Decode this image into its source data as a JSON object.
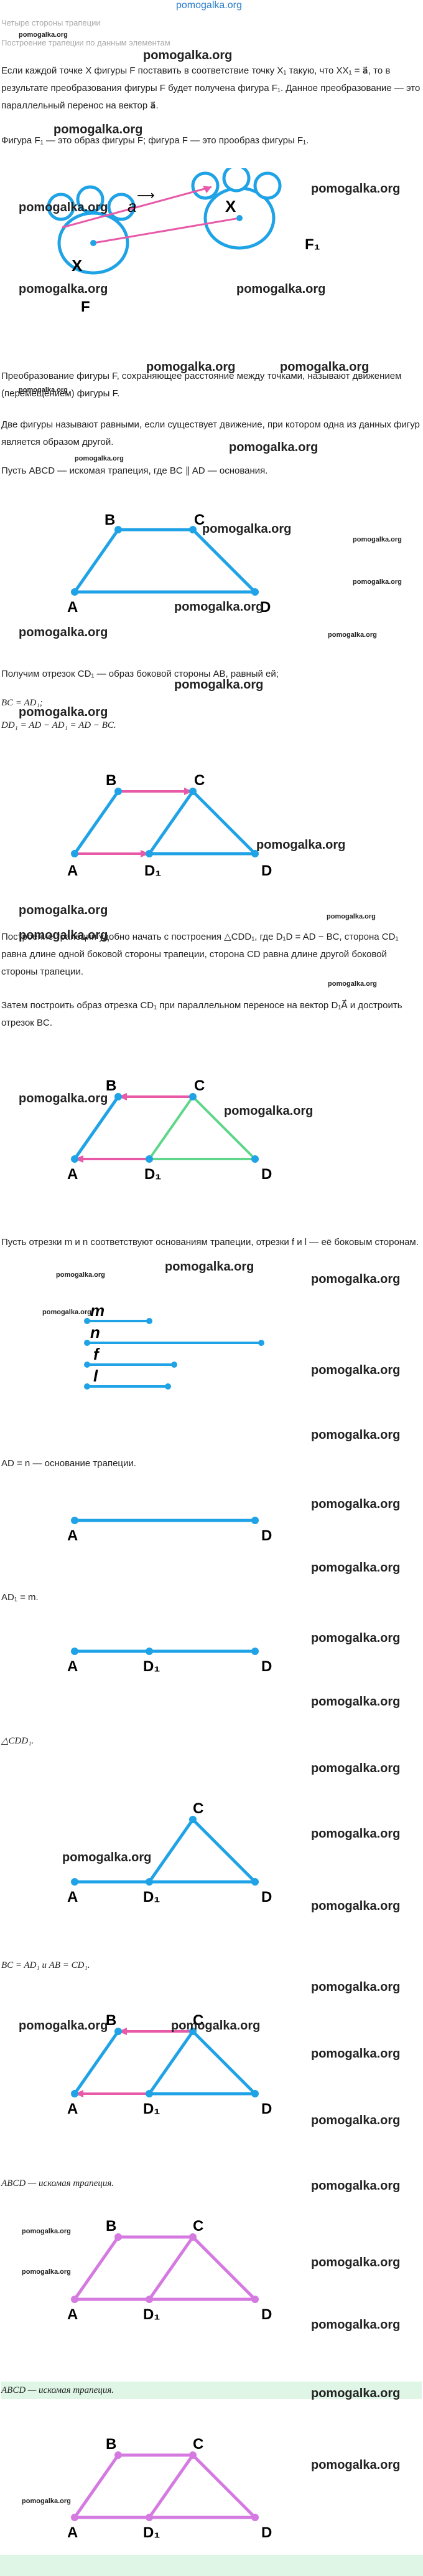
{
  "site_link": "pomogalka.org",
  "watermark": "pomogalka.org",
  "header": {
    "line1": "Четыре стороны трапеции",
    "line2": "Построение трапеции по данным элементам"
  },
  "para": {
    "p1": "Если каждой точке X фигуры F поставить в соответствие точку X₁ такую, что XX₁ = a⃗, то в результате преобразования фигуры F будет получена фигура F₁. Данное преобразование — это параллельный перенос на вектор a⃗.",
    "p2": "Фигура F₁ — это образ фигуры F; фигура F — это прообраз фигуры F₁.",
    "p3": "Преобразование фигуры F, сохраняющее расстояние между точками, называют движением (перемещением) фигуры F.",
    "p4": "Две фигуры называют равными, если существует движение, при котором одна из данных фигур является образом другой.",
    "p5": "Пусть ABCD — искомая трапеция, где BC ∥ AD — основания.",
    "p6a": "Получим отрезок CD₁ — образ боковой стороны AB, равный ей;",
    "p6b": "BC = AD₁;",
    "p6c": "DD₁ = AD − AD₁ = AD − BC.",
    "p7": "Построение трапеции удобно начать с построения △CDD₁, где D₁D = AD − BC, сторона CD₁ равна длине одной боковой стороны трапеции, сторона CD равна длине другой боковой стороны трапеции.",
    "p8": "Затем построить образ отрезка CD₁ при параллельном переносе на вектор D₁A⃗ и достроить отрезок BC.",
    "p9": "Пусть отрезки m и n соответствуют основаниям трапеции, отрезки f и l — её боковым сторонам.",
    "p10": "AD = n — основание трапеции.",
    "p11": "AD₁ = m.",
    "p12": "△CDD₁.",
    "p13": "BC = AD₁ и AB = CD₁.",
    "p14": "ABCD — искомая трапеция.",
    "p15": "ABCD — искомая трапеция."
  },
  "labels": {
    "A": "A",
    "B": "B",
    "C": "C",
    "D": "D",
    "D1": "D₁",
    "X": "X",
    "X1": "X",
    "F": "F",
    "F1": "F₁",
    "a": "a",
    "m": "m",
    "n": "n",
    "f": "f",
    "l": "l"
  },
  "colors": {
    "blue": "#1fa3e6",
    "pink": "#e85aa8",
    "green": "#5fd68a",
    "violet": "#d47ae0"
  }
}
